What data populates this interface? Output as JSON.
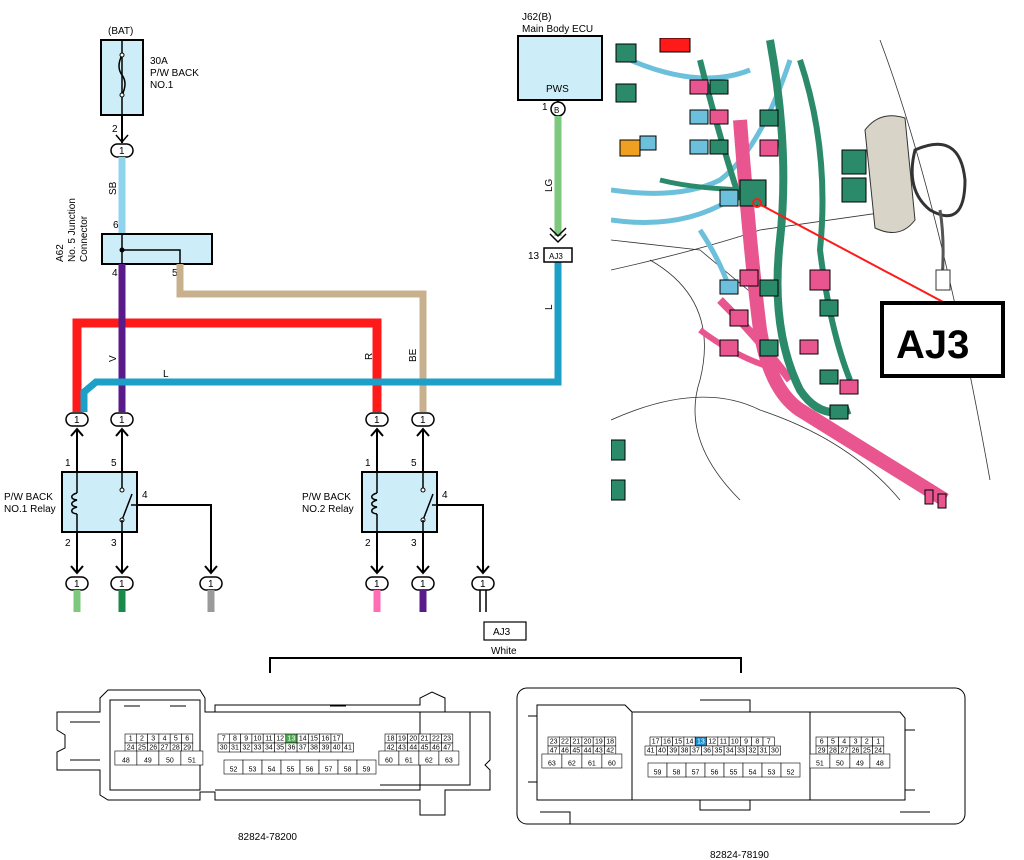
{
  "battery": {
    "label": "(BAT)",
    "fuse_line1": "30A",
    "fuse_line2": "P/W BACK",
    "fuse_line3": "NO.1",
    "pin": "2",
    "conn": "1",
    "wire_color": "SB"
  },
  "ecu": {
    "name_line1": "J62(B)",
    "name_line2": "Main Body ECU",
    "terminal": "PWS",
    "pin": "1",
    "conn": "B",
    "wire_color": "LG"
  },
  "aj3_inline": {
    "pin": "13",
    "label": "AJ3",
    "wire_color": "L"
  },
  "junction": {
    "line1": "A62",
    "line2": "No. 5 Junction",
    "line3": "Connector",
    "pin_in": "6",
    "pin_out1": "4",
    "pin_out2": "5"
  },
  "wires": {
    "v": "V",
    "r": "R",
    "be": "BE",
    "l": "L"
  },
  "relay1": {
    "line1": "P/W BACK",
    "line2": "NO.1 Relay",
    "p1": "1",
    "p2": "2",
    "p3": "3",
    "p4": "4",
    "p5": "5"
  },
  "relay2": {
    "line1": "P/W BACK",
    "line2": "NO.2 Relay",
    "p1": "1",
    "p2": "2",
    "p3": "3",
    "p4": "4",
    "p5": "5"
  },
  "conn_one": "1",
  "callout": {
    "label": "AJ3"
  },
  "connector_label": {
    "name": "AJ3",
    "color": "White"
  },
  "part_left": "82824-78200",
  "part_right": "82824-78190",
  "pinout_left": {
    "g1_top": [
      "1",
      "2",
      "3",
      "4",
      "5",
      "6"
    ],
    "g1_mid": [
      "24",
      "25",
      "26",
      "27",
      "28",
      "29"
    ],
    "g1_bot": [
      "48",
      "49",
      "50",
      "51"
    ],
    "g2_top": [
      "7",
      "8",
      "9",
      "10",
      "11",
      "12",
      "13",
      "14",
      "15",
      "16",
      "17"
    ],
    "g2_mid": [
      "30",
      "31",
      "32",
      "33",
      "34",
      "35",
      "36",
      "37",
      "38",
      "39",
      "40",
      "41"
    ],
    "g2_bot": [
      "52",
      "53",
      "54",
      "55",
      "56",
      "57",
      "58",
      "59"
    ],
    "g3_top": [
      "18",
      "19",
      "20",
      "21",
      "22",
      "23"
    ],
    "g3_mid": [
      "42",
      "43",
      "44",
      "45",
      "46",
      "47"
    ],
    "g3_bot": [
      "60",
      "61",
      "62",
      "63"
    ],
    "highlight": "13"
  },
  "pinout_right": {
    "g1_top": [
      "23",
      "22",
      "21",
      "20",
      "19",
      "18"
    ],
    "g1_mid": [
      "47",
      "46",
      "45",
      "44",
      "43",
      "42"
    ],
    "g1_bot": [
      "63",
      "62",
      "61",
      "60"
    ],
    "g2_top": [
      "17",
      "16",
      "15",
      "14",
      "13",
      "12",
      "11",
      "10",
      "9",
      "8",
      "7"
    ],
    "g2_mid": [
      "41",
      "40",
      "39",
      "38",
      "37",
      "36",
      "35",
      "34",
      "33",
      "32",
      "31",
      "30"
    ],
    "g2_bot": [
      "59",
      "58",
      "57",
      "56",
      "55",
      "54",
      "53",
      "52"
    ],
    "g3_top": [
      "6",
      "5",
      "4",
      "3",
      "2",
      "1"
    ],
    "g3_mid": [
      "29",
      "28",
      "27",
      "26",
      "25",
      "24"
    ],
    "g3_bot": [
      "51",
      "50",
      "49",
      "48"
    ],
    "highlight": "13"
  },
  "colors": {
    "sb": "#8fd3ec",
    "v": "#5a1a8a",
    "r": "#ff1a1a",
    "be": "#c8b08e",
    "l": "#1ca0c8",
    "lg": "#7cc87c",
    "g": "#1a8a4a",
    "gr": "#9a9a9a",
    "p": "#ff6eb4",
    "box": "#cdeef8",
    "pinhl_left": "#4caf50",
    "pinhl_right": "#1c8ccc"
  }
}
